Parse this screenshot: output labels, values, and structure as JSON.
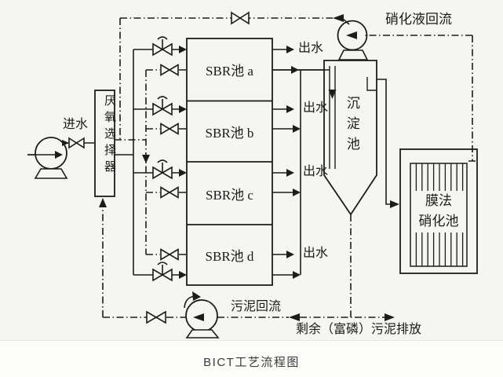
{
  "caption": "BICT工艺流程图",
  "labels": {
    "influent": "进水",
    "effluent": "出水",
    "anaerobic_selector": "厌氧选择器",
    "sedimentation_tank": "沉淀池",
    "membrane_tank_line1": "膜法",
    "membrane_tank_line2": "硝化池",
    "nitrified_liquid_return": "硝化液回流",
    "sludge_return": "污泥回流",
    "excess_sludge_discharge": "剩余（富磷）污泥排放"
  },
  "tanks": {
    "sbr": [
      {
        "label": "SBR池 a"
      },
      {
        "label": "SBR池 b"
      },
      {
        "label": "SBR池 c"
      },
      {
        "label": "SBR池 d"
      }
    ]
  },
  "symbols": {
    "pump": "circle-pump-with-flow-arrow",
    "valve": "bowtie-gate-valve",
    "actuated_valve": "bowtie-valve-with-stem",
    "solid_line": "process-water-line",
    "dashdot_line": "recycle-and-sludge-line"
  },
  "colors": {
    "background": "#f5f5f1",
    "line": "#1c1c1c",
    "caption_band": "#fcfcfa"
  }
}
